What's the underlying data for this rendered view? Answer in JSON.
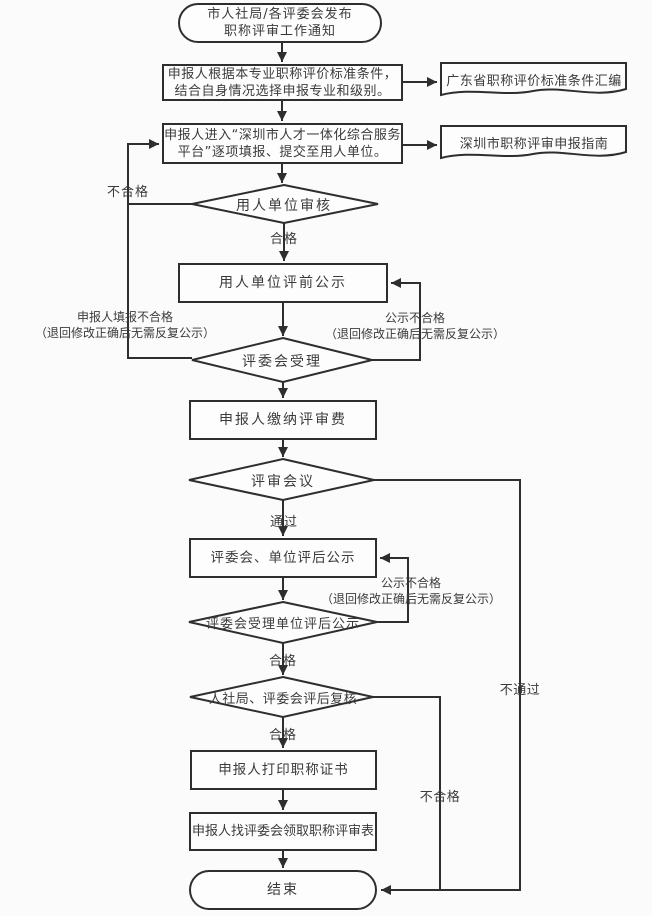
{
  "colors": {
    "background": "#fbfbfb",
    "node_fill": "#fdfdfd",
    "stroke": "#2e2e2e",
    "text": "#3b3b3b"
  },
  "nodes": {
    "start": {
      "type": "terminator",
      "label": "市人社局/各评委会发布\n职称评审工作通知"
    },
    "select_specialty": {
      "type": "process",
      "label": "申报人根据本专业职称评价标准条件，\n结合自身情况选择申报专业和级别。"
    },
    "doc_guangdong": {
      "type": "document",
      "label": "广东省职称评价标准条件汇编"
    },
    "fill_platform": {
      "type": "process",
      "label": "申报人进入“深圳市人才一体化综合服务\n平台”逐项填报、提交至用人单位。"
    },
    "doc_shenzhen": {
      "type": "document",
      "label": "深圳市职称评审申报指南"
    },
    "employer_review": {
      "type": "decision",
      "label": "用人单位审核"
    },
    "pre_publicity": {
      "type": "process",
      "label": "用人单位评前公示"
    },
    "committee_accept": {
      "type": "decision",
      "label": "评委会受理"
    },
    "pay_fee": {
      "type": "process",
      "label": "申报人缴纳评审费"
    },
    "review_meeting": {
      "type": "decision",
      "label": "评审会议"
    },
    "post_publicity": {
      "type": "process",
      "label": "评委会、单位评后公示"
    },
    "accept_post_publicity": {
      "type": "decision",
      "label": "评委会受理单位评后公示"
    },
    "post_recheck": {
      "type": "decision",
      "label": "人社局、评委会评后复核"
    },
    "print_certificate": {
      "type": "process",
      "label": "申报人打印职称证书"
    },
    "collect_form": {
      "type": "process",
      "label": "申报人找评委会领取职称评审表"
    },
    "end": {
      "type": "terminator",
      "label": "结束"
    }
  },
  "edges": {
    "employer_fail": "不合格",
    "employer_pass": "合格",
    "filing_fail": "申报人填报不合格\n（退回修改正确后无需反复公示）",
    "publicity_fail_pre": "公示不合格\n（退回修改正确后无需反复公示）",
    "meeting_pass": "通过",
    "meeting_fail": "不通过",
    "publicity_fail_post": "公示不合格\n（退回修改正确后无需反复公示）",
    "accept_pass": "合格",
    "recheck_pass": "合格",
    "recheck_fail": "不合格"
  }
}
